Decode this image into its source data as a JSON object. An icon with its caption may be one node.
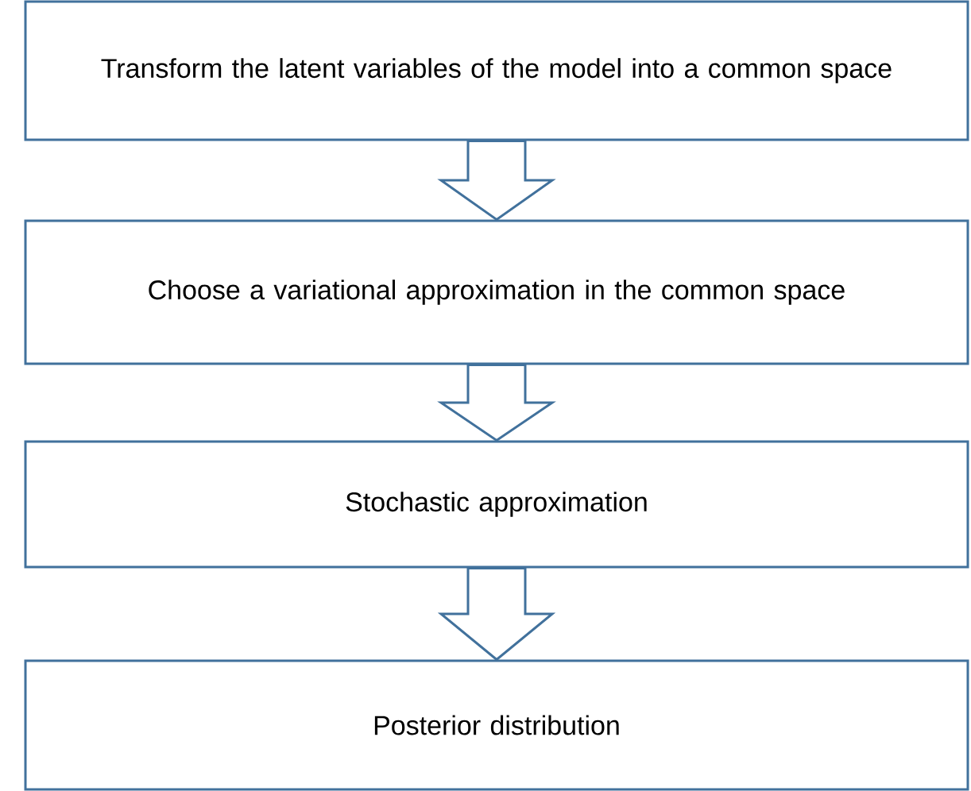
{
  "diagram": {
    "nodes": [
      {
        "text": [
          "Transform the latent variables of the model into a common space"
        ]
      },
      {
        "text": [
          "Choose a variational approximation in the common space"
        ]
      },
      {
        "text": [
          "Stochastic approximation"
        ]
      },
      {
        "text": [
          "Posterior distribution"
        ]
      }
    ],
    "edges": [
      {
        "from": 0,
        "to": 1,
        "arrow": "to"
      },
      {
        "from": 1,
        "to": 2,
        "arrow": "to"
      },
      {
        "from": 2,
        "to": 3,
        "arrow": "to"
      }
    ]
  }
}
